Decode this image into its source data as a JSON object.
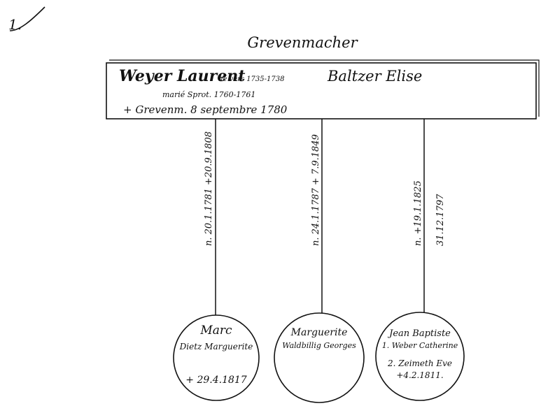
{
  "page_number": "1.",
  "place": "Grevenmacher",
  "parents": {
    "father_name": "Weyer Laurent",
    "father_birth": "né vers 1735-1738",
    "father_marriage": "marié Sprot. 1760-1761",
    "father_death": "+ Grevenm. 8 septembre 1780",
    "mother_name": "Baltzer Elise"
  },
  "children": [
    {
      "stem_text_1": "n. 20.1.1781 +20.9.1808",
      "stem_text_2": "",
      "name": "Marc",
      "spouse_1": "Dietz Marguerite",
      "spouse_2": "",
      "death": "+ 29.4.1817"
    },
    {
      "stem_text_1": "n. 24.1.1787 + 7.9.1849",
      "stem_text_2": "",
      "name": "Marguerite",
      "spouse_1": "Waldbillig Georges",
      "spouse_2": "",
      "death": ""
    },
    {
      "stem_text_1": "n. +19.1.1825",
      "stem_text_2": "31.12.1797",
      "name": "Jean Baptiste",
      "spouse_1": "1. Weber Catherine",
      "spouse_2": "2. Zeimeth Eve",
      "death": "+4.2.1811."
    }
  ]
}
